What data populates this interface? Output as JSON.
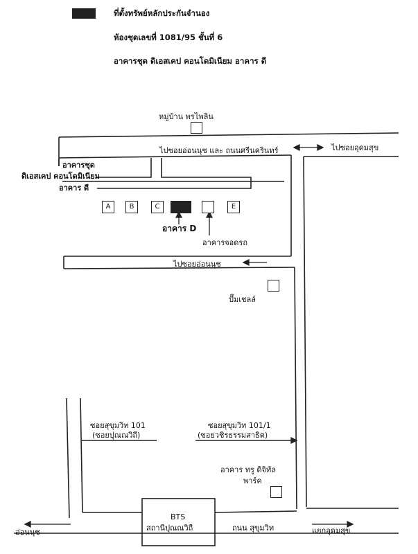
{
  "legend": {
    "marker_color": "#222222",
    "title": "ที่ตั้งทรัพย์หลักประกันจำนอง",
    "unit_line": "ห้องชุดเลขที่ 1081/95  ชั้นที่ 6",
    "building_line": "อาคารชุด ดิเอสเคป คอนโดมิเนียม อาคาร ดี"
  },
  "landmarks": {
    "village": "หมู่บ้าน พรไพลิน",
    "condo_line1": "อาคารชุด",
    "condo_line2": "ดิเอสเคป คอนโดมิเนียม",
    "condo_line3": "อาคาร ดี",
    "building_d": "อาคาร  D",
    "parking": "อาคารจอดรถ",
    "gas_station": "ปั๊มเชลล์",
    "true_digital_line1": "อาคาร ทรู ดิจิทัล",
    "true_digital_line2": "พาร์ค",
    "bts_line1": "BTS",
    "bts_line2": "สถานีปุณณวิถี"
  },
  "buildings": [
    "A",
    "B",
    "C",
    "",
    "E"
  ],
  "roads": {
    "top_road": "ไปซอยอ่อนนุช และ ถนนศรีนครินทร์",
    "to_udomsuk": "ไปซอยอุดมสุข",
    "mid_road": "ไปซอยอ่อนนุช",
    "soi101_line1": "ซอยสุขุมวิท 101",
    "soi101_line2": "(ซอยปุณณวิถี)",
    "soi1011_line1": "ซอยสุขุมวิท 101/1",
    "soi1011_line2": "(ซอยวชิรธรรมสาธิต)",
    "onnut": "อ่อนนุช",
    "sukhumvit": "ถนน สุขุมวิท",
    "udomsuk_junction": "แยกอุดมสุข"
  }
}
